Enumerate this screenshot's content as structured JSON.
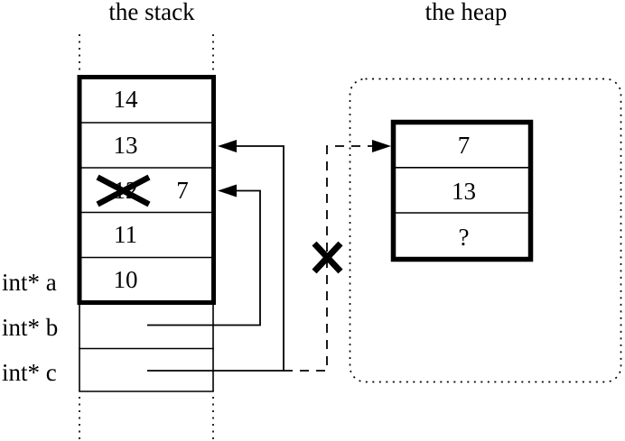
{
  "stack": {
    "title": "the stack",
    "frame_cells": [
      {
        "value": "14"
      },
      {
        "value": "13"
      },
      {
        "value": "12",
        "crossed_out": true,
        "replacement": "7"
      },
      {
        "value": "11"
      },
      {
        "value": "10"
      }
    ],
    "pointer_labels": [
      "int* a",
      "int* b",
      "int* c"
    ]
  },
  "heap": {
    "title": "the heap",
    "block_cells": [
      "7",
      "13",
      "?"
    ]
  },
  "colors": {
    "ink": "#000000",
    "background": "#ffffff"
  }
}
